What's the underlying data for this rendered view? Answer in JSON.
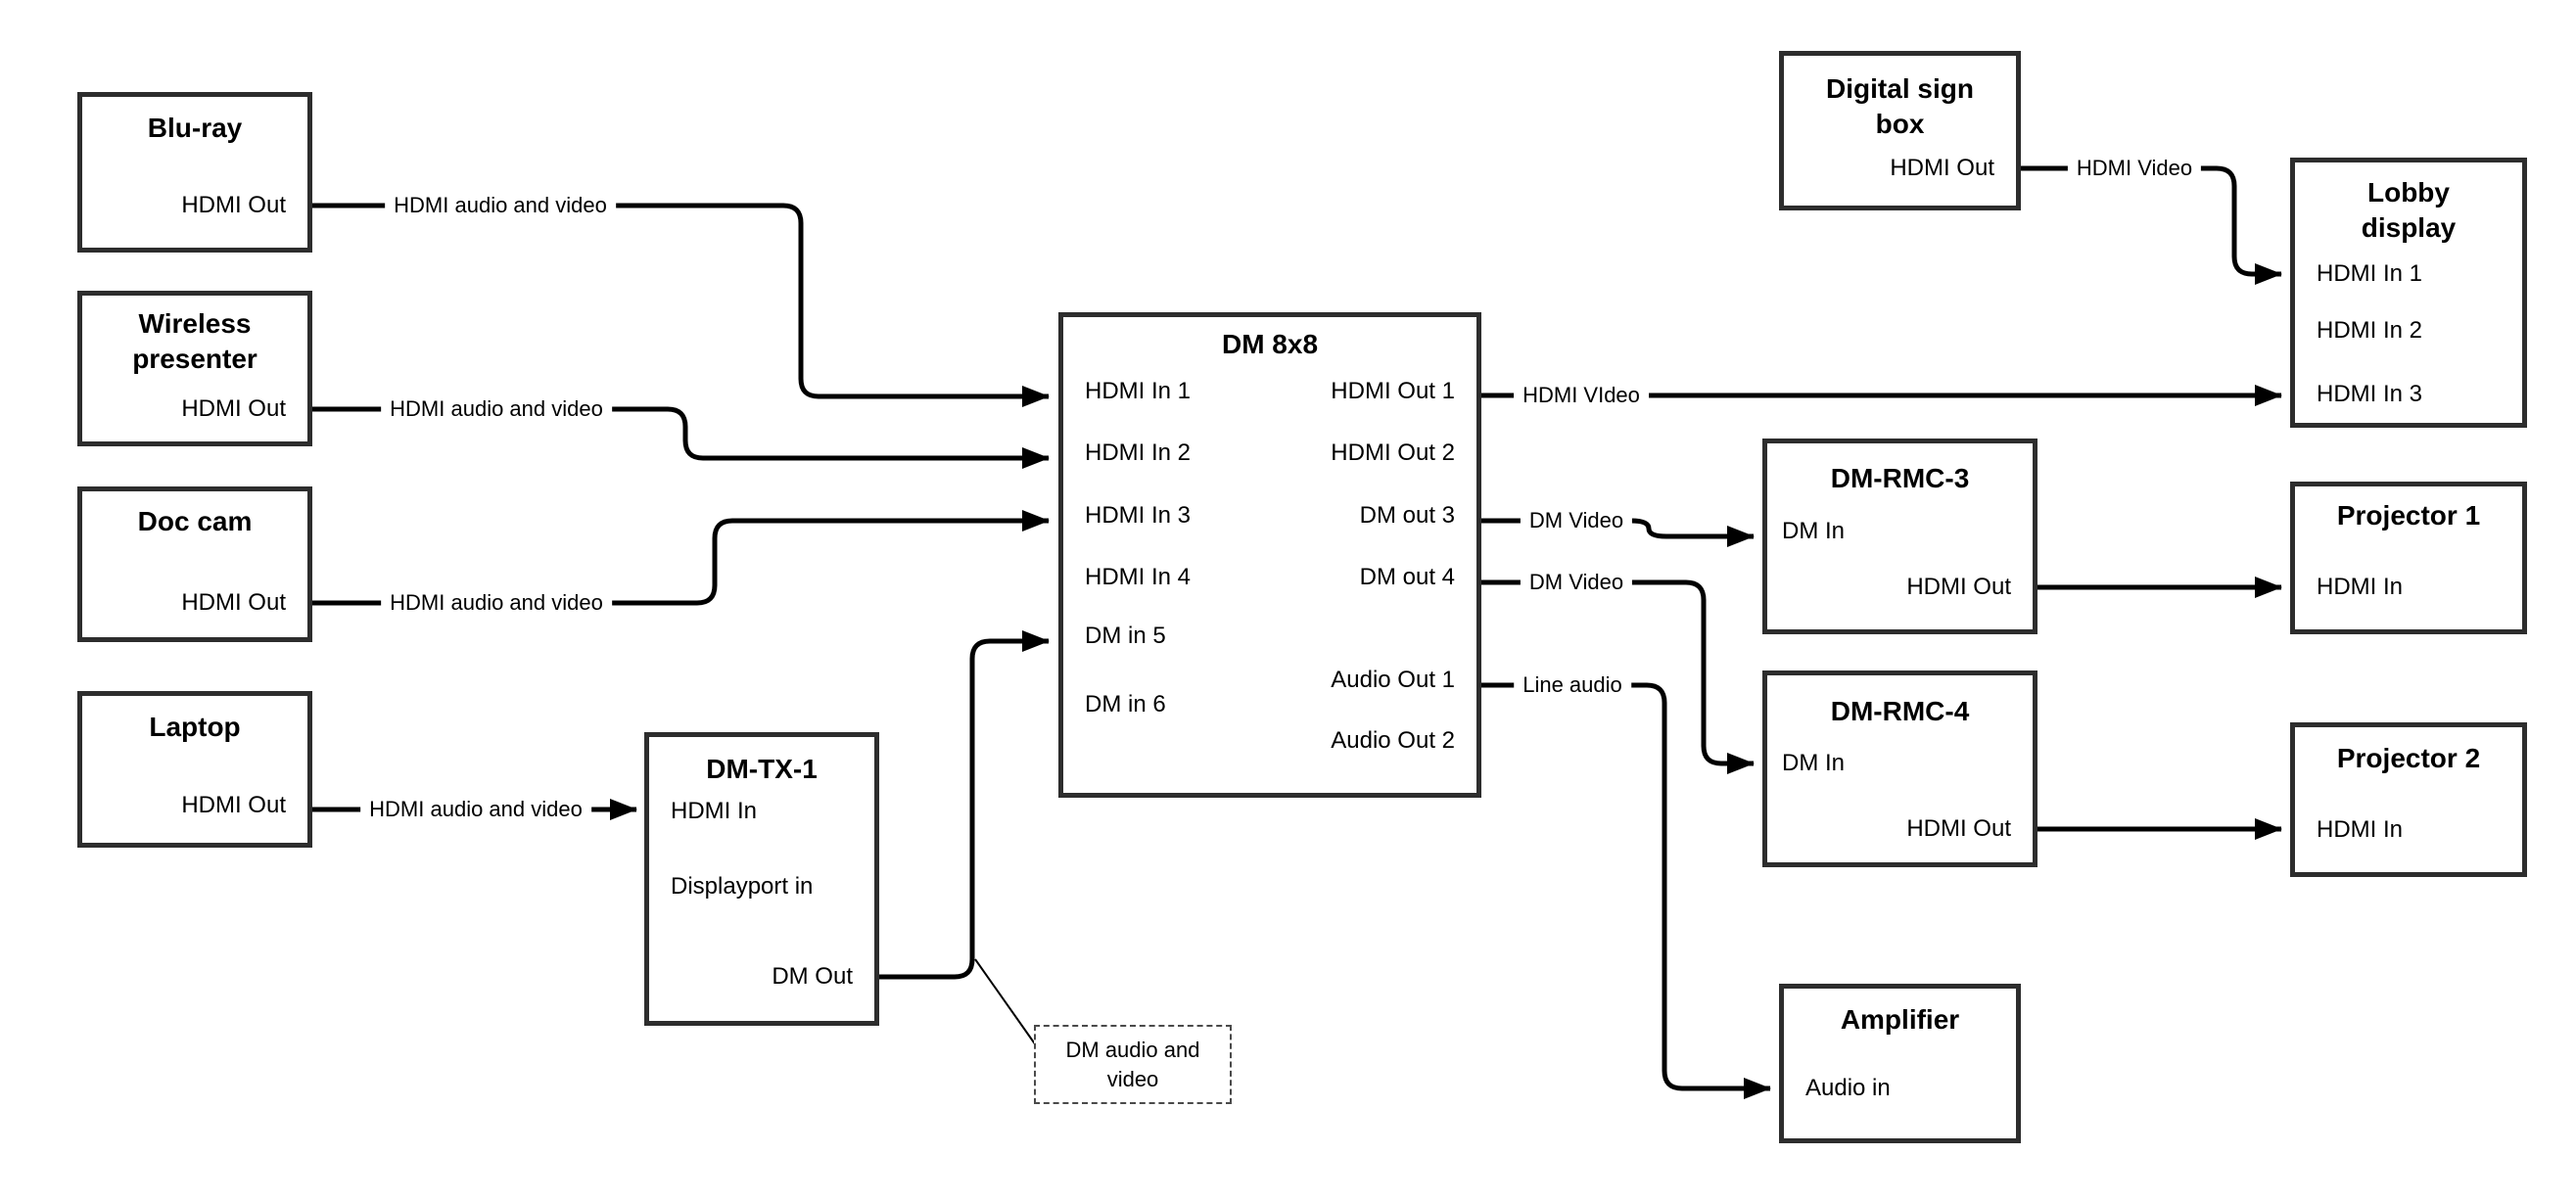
{
  "diagram": {
    "background": "#ffffff",
    "line_color": "#000000",
    "box_border_color": "#2d2d2d",
    "nodes": {
      "bluray": {
        "title": "Blu-ray",
        "port_hdmi_out": "HDMI Out"
      },
      "wireless": {
        "title": "Wireless presenter",
        "port_hdmi_out": "HDMI Out"
      },
      "doccam": {
        "title": "Doc cam",
        "port_hdmi_out": "HDMI Out"
      },
      "laptop": {
        "title": "Laptop",
        "port_hdmi_out": "HDMI Out"
      },
      "dmtx1": {
        "title": "DM-TX-1",
        "port_hdmi_in": "HDMI In",
        "port_displayport_in": "Displayport in",
        "port_dm_out": "DM Out"
      },
      "dm8x8": {
        "title": "DM 8x8",
        "inputs": [
          "HDMI In 1",
          "HDMI In 2",
          "HDMI In 3",
          "HDMI In 4",
          "DM in 5",
          "DM in 6"
        ],
        "outputs": [
          "HDMI Out 1",
          "HDMI Out 2",
          "DM out 3",
          "DM out 4",
          "Audio Out 1",
          "Audio Out 2"
        ]
      },
      "signbox": {
        "title": "Digital sign box",
        "port_hdmi_out": "HDMI Out"
      },
      "lobby": {
        "title": "Lobby display",
        "inputs": [
          "HDMI In 1",
          "HDMI In 2",
          "HDMI In 3"
        ]
      },
      "rmc3": {
        "title": "DM-RMC-3",
        "port_dm_in": "DM In",
        "port_hdmi_out": "HDMI Out"
      },
      "proj1": {
        "title": "Projector 1",
        "port_hdmi_in": "HDMI In"
      },
      "rmc4": {
        "title": "DM-RMC-4",
        "port_dm_in": "DM In",
        "port_hdmi_out": "HDMI Out"
      },
      "proj2": {
        "title": "Projector 2",
        "port_hdmi_in": "HDMI In"
      },
      "amp": {
        "title": "Amplifier",
        "port_audio_in": "Audio in"
      }
    },
    "connections": {
      "bluray_to_dm8x8": {
        "label": "HDMI audio and video"
      },
      "wireless_to_dm8x8": {
        "label": "HDMI audio and video"
      },
      "doccam_to_dm8x8": {
        "label": "HDMI audio and video"
      },
      "laptop_to_dmtx1": {
        "label": "HDMI audio and video"
      },
      "dm8x8_out1_to_lobby": {
        "label": "HDMI VIdeo"
      },
      "dm8x8_out3_to_rmc3": {
        "label": "DM Video"
      },
      "dm8x8_out4_to_rmc4": {
        "label": "DM Video"
      },
      "dm8x8_audio1_to_amp": {
        "label": "Line audio"
      },
      "signbox_to_lobby": {
        "label": "HDMI Video"
      },
      "dmtx1_to_dm8x8_note": {
        "label": "DM audio and video"
      }
    }
  }
}
